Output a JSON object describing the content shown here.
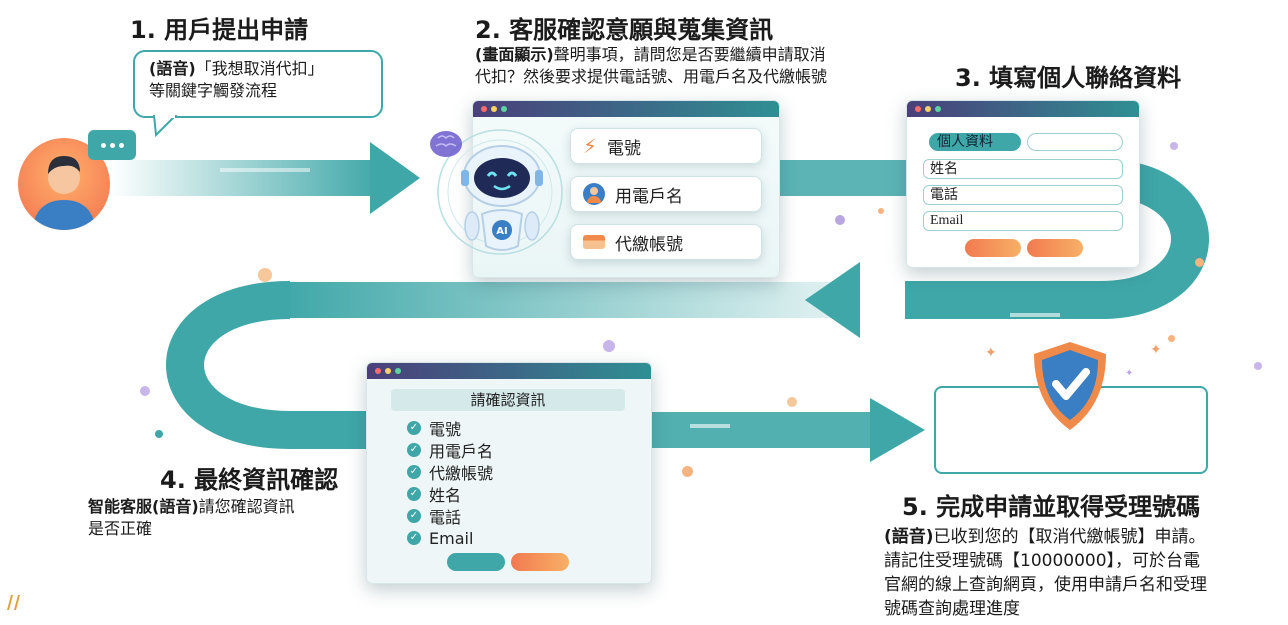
{
  "steps": {
    "s1": {
      "title": "1. 用戶提出申請",
      "bubble_bold": "(語音)",
      "bubble_line1": "「我想取消代扣」",
      "bubble_line2": "等關鍵字觸發流程"
    },
    "s2": {
      "title": "2. 客服確認意願與蒐集資訊",
      "desc_bold": "(畫面顯示)",
      "desc_line1": "聲明事項，請問您是否要繼續申請取消",
      "desc_line2": "代扣？然後要求提供電話號、用電戶名及代繳帳號",
      "cards": [
        "電號",
        "用電戶名",
        "代繳帳號"
      ],
      "robot_badge": "AI"
    },
    "s3": {
      "title": "3. 填寫個人聯絡資料",
      "form_header": "個人資料",
      "fields": [
        "姓名",
        "電話",
        "Email"
      ]
    },
    "s4": {
      "title": "4. 最終資訊確認",
      "desc_bold_prefix": "智能客服(語音)",
      "desc_rest": "請您確認資訊",
      "desc_line2": "是否正確",
      "panel_title": "請確認資訊",
      "items": [
        "電號",
        "用電戶名",
        "代繳帳號",
        "姓名",
        "電話",
        "Email"
      ]
    },
    "s5": {
      "title": "5. 完成申請並取得受理號碼",
      "desc_bold": "(語音)",
      "desc_line1": "已收到您的【取消代繳帳號】申請。",
      "desc_line2": "請記住受理號碼【10000000】，可於台電",
      "desc_line3": "官網的線上查詢網頁，使用申請戶名和受理",
      "desc_line4": "號碼查詢處理進度"
    }
  },
  "colors": {
    "teal": "#3fa7a8",
    "teal_dark": "#2e8e90",
    "orange": "#f27a4f",
    "purple": "#4a3f7a",
    "shield_orange": "#f08a4b",
    "shield_blue": "#3a7fc4"
  },
  "icons": [
    "user-avatar",
    "chat-bubble-icon",
    "robot-icon",
    "brain-icon",
    "lightning-icon",
    "user-circle-icon",
    "card-icon",
    "check-circle-icon",
    "shield-check-icon",
    "logo-mark"
  ]
}
